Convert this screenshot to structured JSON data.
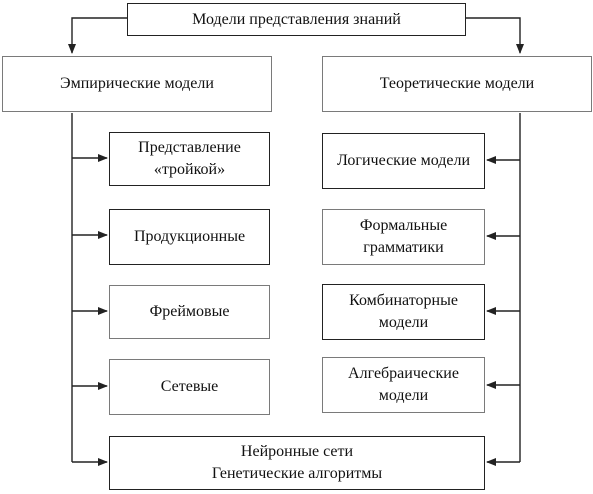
{
  "diagram": {
    "root": "Модели представления знаний",
    "left_branch": {
      "title": "Эмпирические модели",
      "items": [
        "Представление\n«тройкой»",
        "Продукционные",
        "Фреймовые",
        "Сетевые"
      ]
    },
    "right_branch": {
      "title": "Теоретические модели",
      "items": [
        "Логические модели",
        "Формальные\nграмматики",
        "Комбинаторные\nмодели",
        "Алгебраические\nмодели"
      ]
    },
    "shared": "Нейронные сети\nГенетические алгоритмы"
  }
}
